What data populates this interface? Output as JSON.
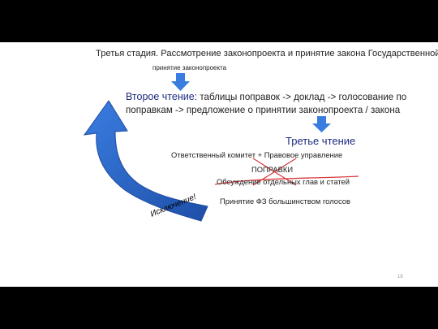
{
  "slide": {
    "title": "Третья стадия. Рассмотрение законопроекта и принятие закона Государственной Думой",
    "subtitle": "принятие законопроекта",
    "second_reading": {
      "lead": "Второе чтение:",
      "text": " таблицы поправок -> доклад -> голосование по поправкам -> предложение о принятии законопроекта / закона"
    },
    "third_reading": {
      "heading": "Третье чтение",
      "committee": "Ответственный комитет + Правовое управление",
      "amendments": "ПОПРАВКИ",
      "discussion": "Обсуждение отдельных глав и статей",
      "adoption": "Принятие ФЗ большинством голосов"
    },
    "exception_label": "Исключение!",
    "page_number": "18"
  },
  "colors": {
    "arrow_blue": "#2f6fd6",
    "arrow_dark": "#1f3f8a",
    "cross_red": "#d93a3a",
    "heading_blue": "#1b2a80"
  },
  "icons": {
    "small_arrow": "down-arrow-icon",
    "curved_arrow": "curved-arrow-icon"
  }
}
